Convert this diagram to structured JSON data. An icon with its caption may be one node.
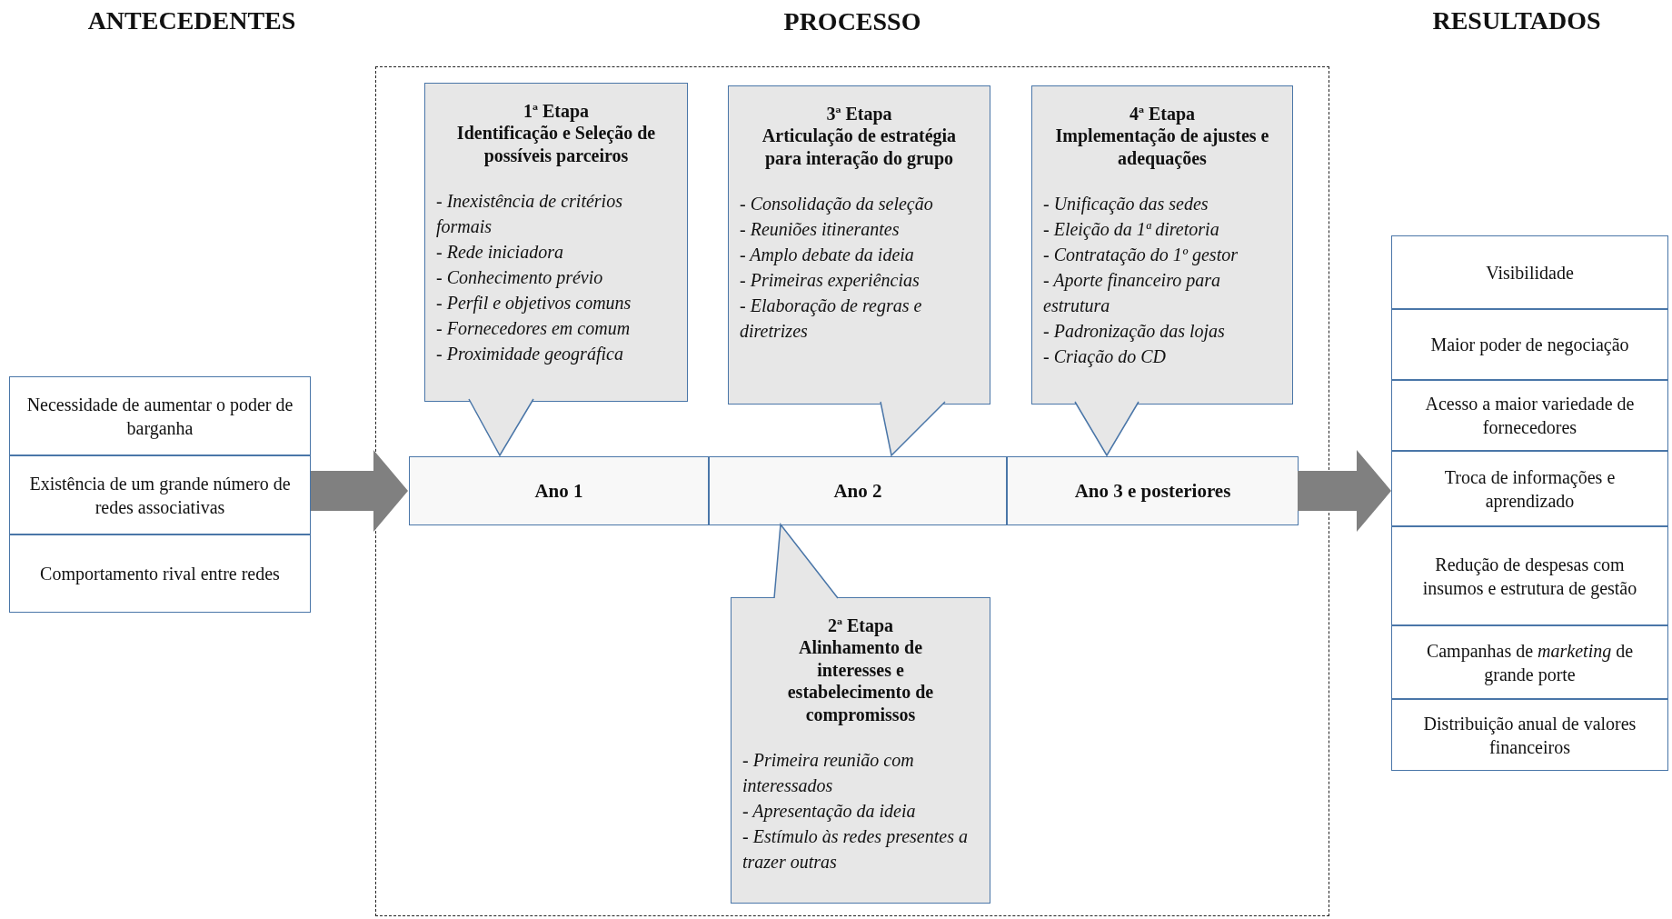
{
  "diagram": {
    "nodes": [
      {
        "text": [
          "Necessidade de aumentar o poder de barganha"
        ]
      },
      {
        "text": [
          "Existência de um grande número de redes associativas"
        ]
      },
      {
        "text": [
          "Comportamento rival entre redes"
        ]
      },
      {
        "text": [
          "PROCESSO"
        ]
      },
      {
        "text": [
          "1ª Etapa",
          "Identificação e Seleção de possíveis parceiros",
          "- Inexistência de critérios formais",
          "- Rede iniciadora",
          "- Conhecimento prévio",
          "- Perfil e objetivos comuns",
          "- Fornecedores em comum",
          "- Proximidade geográfica"
        ],
        "in": 3
      },
      {
        "text": [
          "3ª Etapa",
          "Articulação de estratégia para interação do grupo",
          "- Consolidação da seleção",
          "- Reuniões itinerantes",
          "- Amplo debate da ideia",
          "- Primeiras experiências",
          "- Elaboração de regras e diretrizes"
        ],
        "in": 3
      },
      {
        "text": [
          "4ª Etapa",
          "Implementação de ajustes e adequações",
          "- Unificação das sedes",
          "- Eleição da 1ª diretoria",
          "- Contratação do 1º gestor",
          "- Aporte financeiro para estrutura",
          "- Padronização das lojas",
          "- Criação do CD"
        ],
        "in": 3
      },
      {
        "text": [
          "Ano 1"
        ],
        "in": 3
      },
      {
        "text": [
          "Ano 2"
        ],
        "in": 3
      },
      {
        "text": [
          "Ano 3 e posteriores"
        ],
        "in": 3
      },
      {
        "text": [
          "2ª Etapa",
          "Alinhamento de interesses e estabelecimento de compromissos",
          "- Primeira reunião com interessados",
          "- Apresentação da ideia",
          "- Estímulo às redes presentes a trazer outras"
        ],
        "in": 3
      },
      {
        "text": [
          "Visibilidade"
        ]
      },
      {
        "text": [
          "Maior poder de negociação"
        ]
      },
      {
        "text": [
          "Acesso a maior variedade de fornecedores"
        ]
      },
      {
        "text": [
          "Troca de informações e aprendizado"
        ]
      },
      {
        "text": [
          "Redução de despesas com insumos e estrutura de gestão"
        ]
      },
      {
        "text": [
          "Campanhas de *marketing* de grande porte"
        ]
      },
      {
        "text": [
          "Distribuição anual de valores financeiros"
        ]
      }
    ],
    "edges": [
      {
        "from": 1,
        "to": 7,
        "arrow": "to",
        "style": "thick"
      },
      {
        "from": 9,
        "to": 14,
        "arrow": "to",
        "style": "thick"
      },
      {
        "from": 4,
        "to": 7,
        "arrow": "to"
      },
      {
        "from": 5,
        "to": 8,
        "arrow": "to"
      },
      {
        "from": 6,
        "to": 9,
        "arrow": "to"
      },
      {
        "from": 10,
        "to": 8,
        "arrow": "to"
      }
    ],
    "labels": [
      "ANTECEDENTES",
      "RESULTADOS"
    ]
  }
}
